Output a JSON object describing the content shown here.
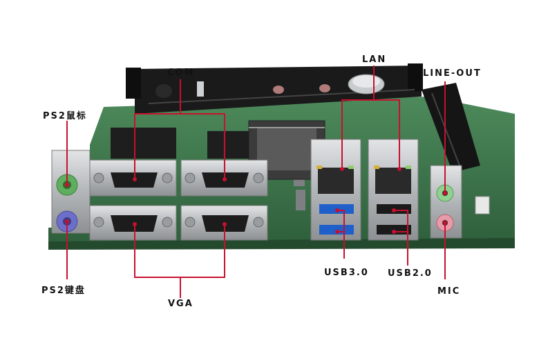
{
  "labels": {
    "com": "COM",
    "lan": "LAN",
    "line_out": "LINE-OUT",
    "ps2_mouse": "PS2鼠标",
    "ps2_keyboard": "PS2键盘",
    "vga": "VGA",
    "usb3": "USB3.0",
    "usb2": "USB2.0",
    "mic": "MIC"
  },
  "colors": {
    "callout": "#c8102e",
    "pcb": "#3f7a4e",
    "pcb_dark": "#2f5f3c",
    "metal": "#b9bcbf",
    "usb3_blue": "#1f5fc9",
    "ps2_mouse": "#5fae5f",
    "ps2_keyboard": "#6c6fc9",
    "jack_green": "#8fd18f",
    "jack_pink": "#e79aa8"
  }
}
